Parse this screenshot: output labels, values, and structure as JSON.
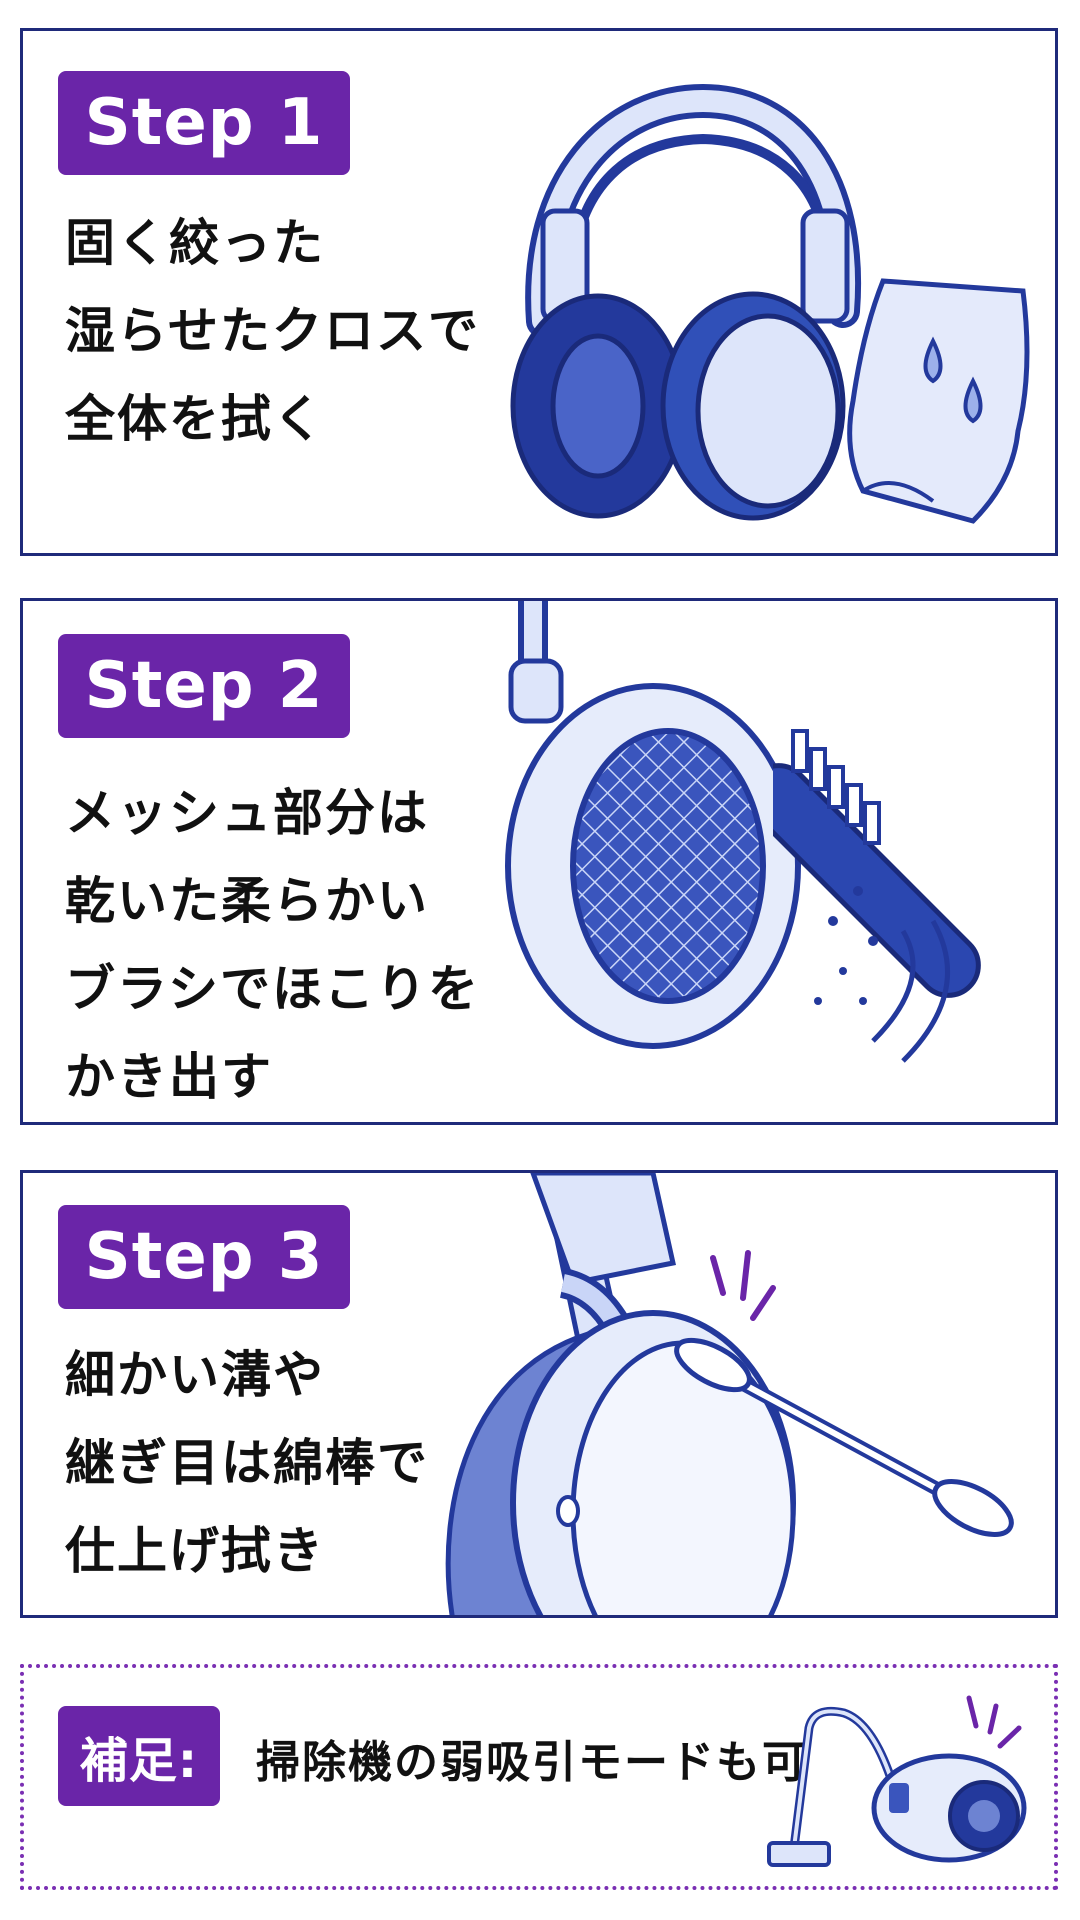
{
  "colors": {
    "panel_border": "#1f2a7a",
    "badge": "#6a25a8",
    "illustration_dark": "#23399c",
    "illustration_light": "#dde5fa",
    "note_border": "#7a2fb3"
  },
  "steps": [
    {
      "badge": "Step 1",
      "lines": [
        "固く絞った",
        "湿らせたクロスで",
        "全体を拭く"
      ],
      "icons": [
        "headphones-icon",
        "damp-cloth-icon"
      ]
    },
    {
      "badge": "Step 2",
      "lines": [
        "メッシュ部分は",
        "乾いた柔らかい",
        "ブラシでほこりを",
        "かき出す"
      ],
      "icons": [
        "earcup-mesh-icon",
        "brush-icon"
      ]
    },
    {
      "badge": "Step 3",
      "lines": [
        "細かい溝や",
        "継ぎ目は綿棒で",
        "仕上げ拭き"
      ],
      "icons": [
        "earcup-side-icon",
        "cotton-swab-icon"
      ]
    }
  ],
  "note": {
    "badge": "補足:",
    "text": "掃除機の弱吸引モードも可",
    "icon": "vacuum-cleaner-icon"
  }
}
